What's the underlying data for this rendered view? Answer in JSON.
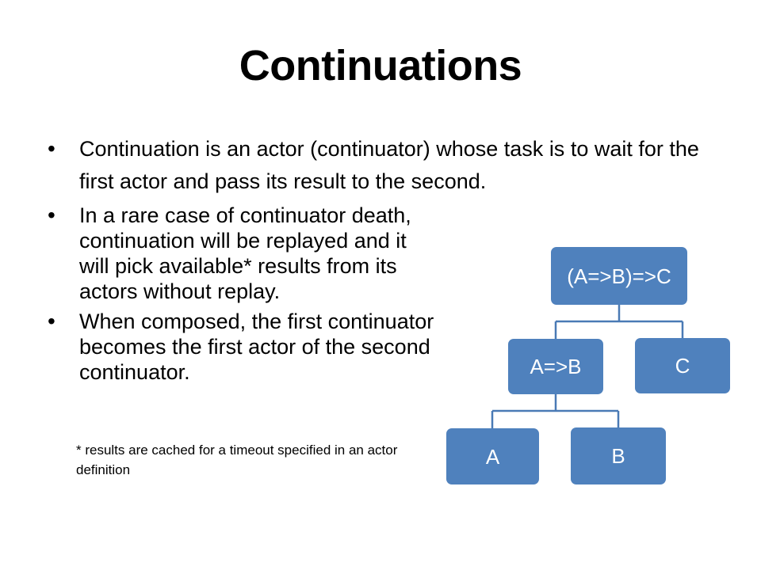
{
  "slide": {
    "title": "Continuations",
    "bullets": [
      {
        "marker": "•",
        "text": "Continuation is an actor (continuator) whose task is to wait for the first actor and pass its result to the second.",
        "width": "wide"
      },
      {
        "marker": "•",
        "text": "In a rare case of continuator death, continuation will be replayed and it will pick available* results from its actors without replay.",
        "width": "narrow"
      },
      {
        "marker": "•",
        "text": "When composed, the first continuator becomes the first actor of the second continuator.",
        "width": "narrow"
      }
    ],
    "footnote": "* results are cached for a timeout specified in an actor definition"
  },
  "diagram": {
    "type": "tree",
    "node_fill": "#4F81BD",
    "node_text_color": "#FFFFFF",
    "connector_color": "#4A7AB5",
    "nodes": [
      {
        "id": "root",
        "label": "(A=>B)=>C",
        "level": 0
      },
      {
        "id": "ab",
        "label": "A=>B",
        "level": 1
      },
      {
        "id": "c",
        "label": "C",
        "level": 1
      },
      {
        "id": "a",
        "label": "A",
        "level": 2
      },
      {
        "id": "b",
        "label": "B",
        "level": 2
      }
    ],
    "edges": [
      {
        "from": "root",
        "to": "ab"
      },
      {
        "from": "root",
        "to": "c"
      },
      {
        "from": "ab",
        "to": "a"
      },
      {
        "from": "ab",
        "to": "b"
      }
    ]
  }
}
